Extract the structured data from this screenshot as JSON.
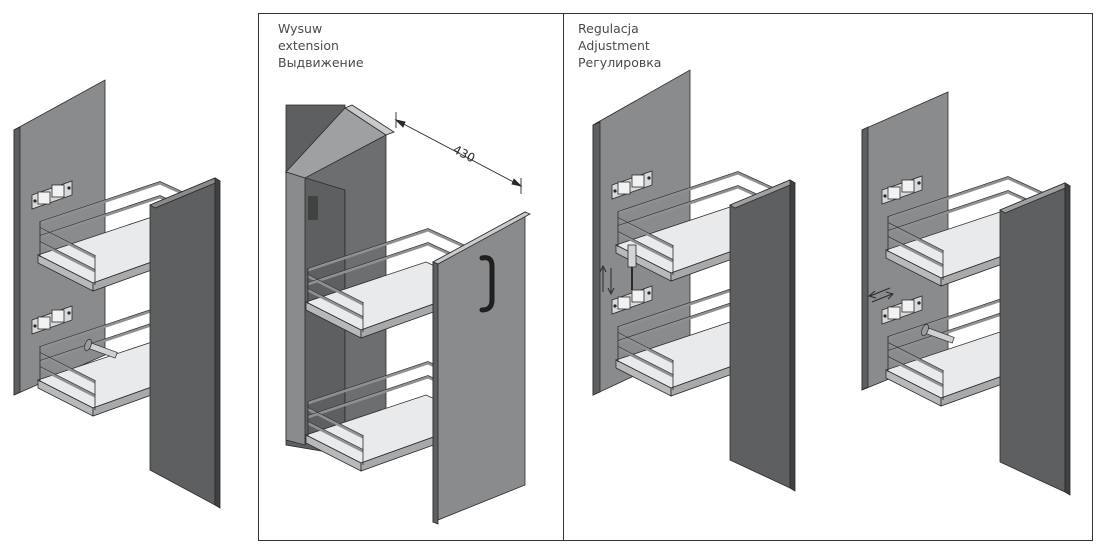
{
  "extension_panel": {
    "lines": [
      "Wysuw",
      "extension",
      "Выдвижение"
    ],
    "dimension": "430"
  },
  "adjustment_panel": {
    "lines": [
      "Regulacja",
      "Adjustment",
      "Регулировка"
    ]
  },
  "colors": {
    "panel_dark": "#5e5f61",
    "panel_mid": "#8a8b8d",
    "panel_light": "#c9cacc",
    "shelf": "#e9eaeb",
    "wire": "#8e9092",
    "outline": "#2a2a2a"
  }
}
